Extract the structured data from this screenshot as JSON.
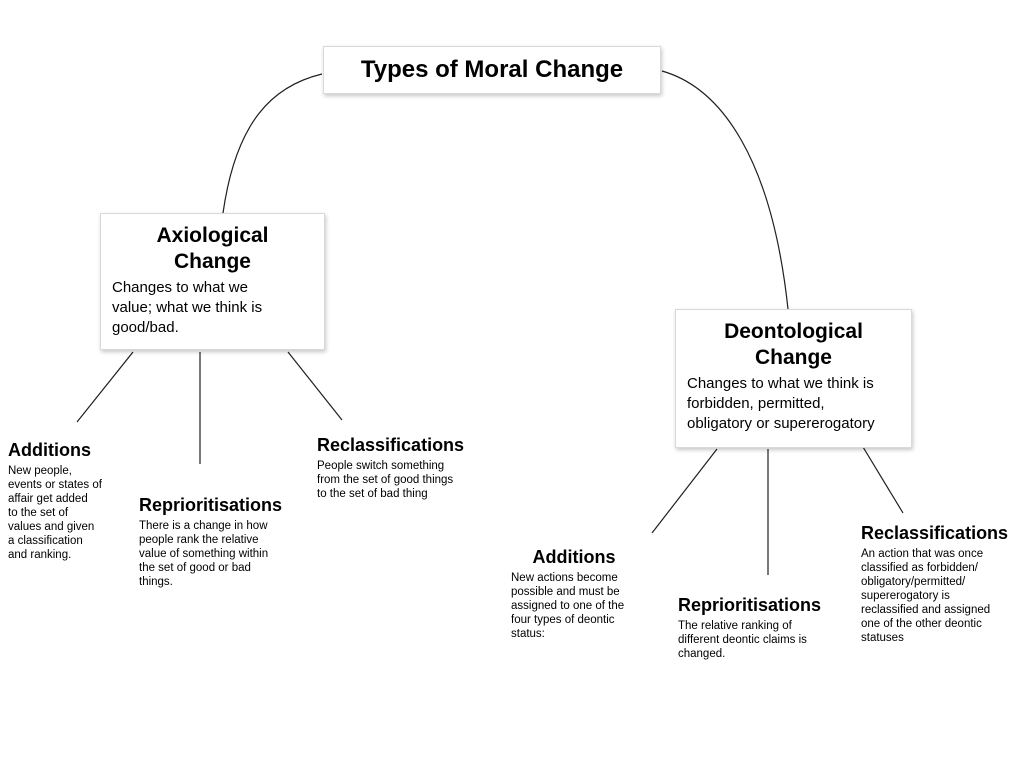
{
  "diagram": {
    "root": {
      "title": "Types of Moral Change"
    },
    "axiological": {
      "title_lines": [
        "Axiological",
        "Change"
      ],
      "body_lines": [
        "Changes to what we",
        "value; what we think is",
        "good/bad."
      ]
    },
    "deontological": {
      "title_lines": [
        "Deontological",
        "Change"
      ],
      "body_lines": [
        "Changes to what we think is",
        "forbidden, permitted,",
        "obligatory or supererogatory"
      ]
    },
    "axiological_children": [
      {
        "title": "Additions",
        "body_lines": [
          "New people,",
          "events or states of",
          "affair get added",
          "to the set of",
          "values and given",
          "a classification",
          "and ranking."
        ]
      },
      {
        "title": "Reprioritisations",
        "body_lines": [
          "There is a change in how",
          "people rank the relative",
          "value of something within",
          "the set of good or bad",
          "things."
        ]
      },
      {
        "title": "Reclassifications",
        "body_lines": [
          "People switch something",
          "from the set of good things",
          "to the set of bad thing"
        ]
      }
    ],
    "deontological_children": [
      {
        "title": "Additions",
        "body_lines": [
          "New actions become",
          "possible and must be",
          "assigned to one of the",
          "four types of deontic",
          "status:"
        ]
      },
      {
        "title": "Reprioritisations",
        "body_lines": [
          "The relative ranking of",
          "different deontic claims is",
          "changed."
        ]
      },
      {
        "title": "Reclassifications",
        "body_lines": [
          "An action that was once",
          "classified as forbidden/",
          "obligatory/permitted/",
          "supererogatory is",
          "reclassified and assigned",
          "one of the other deontic",
          "statuses"
        ]
      }
    ]
  },
  "colors": {
    "background": "#ffffff",
    "text": "#000000",
    "edge": "#1f1f1f",
    "node_border": "#d9d9d9"
  }
}
